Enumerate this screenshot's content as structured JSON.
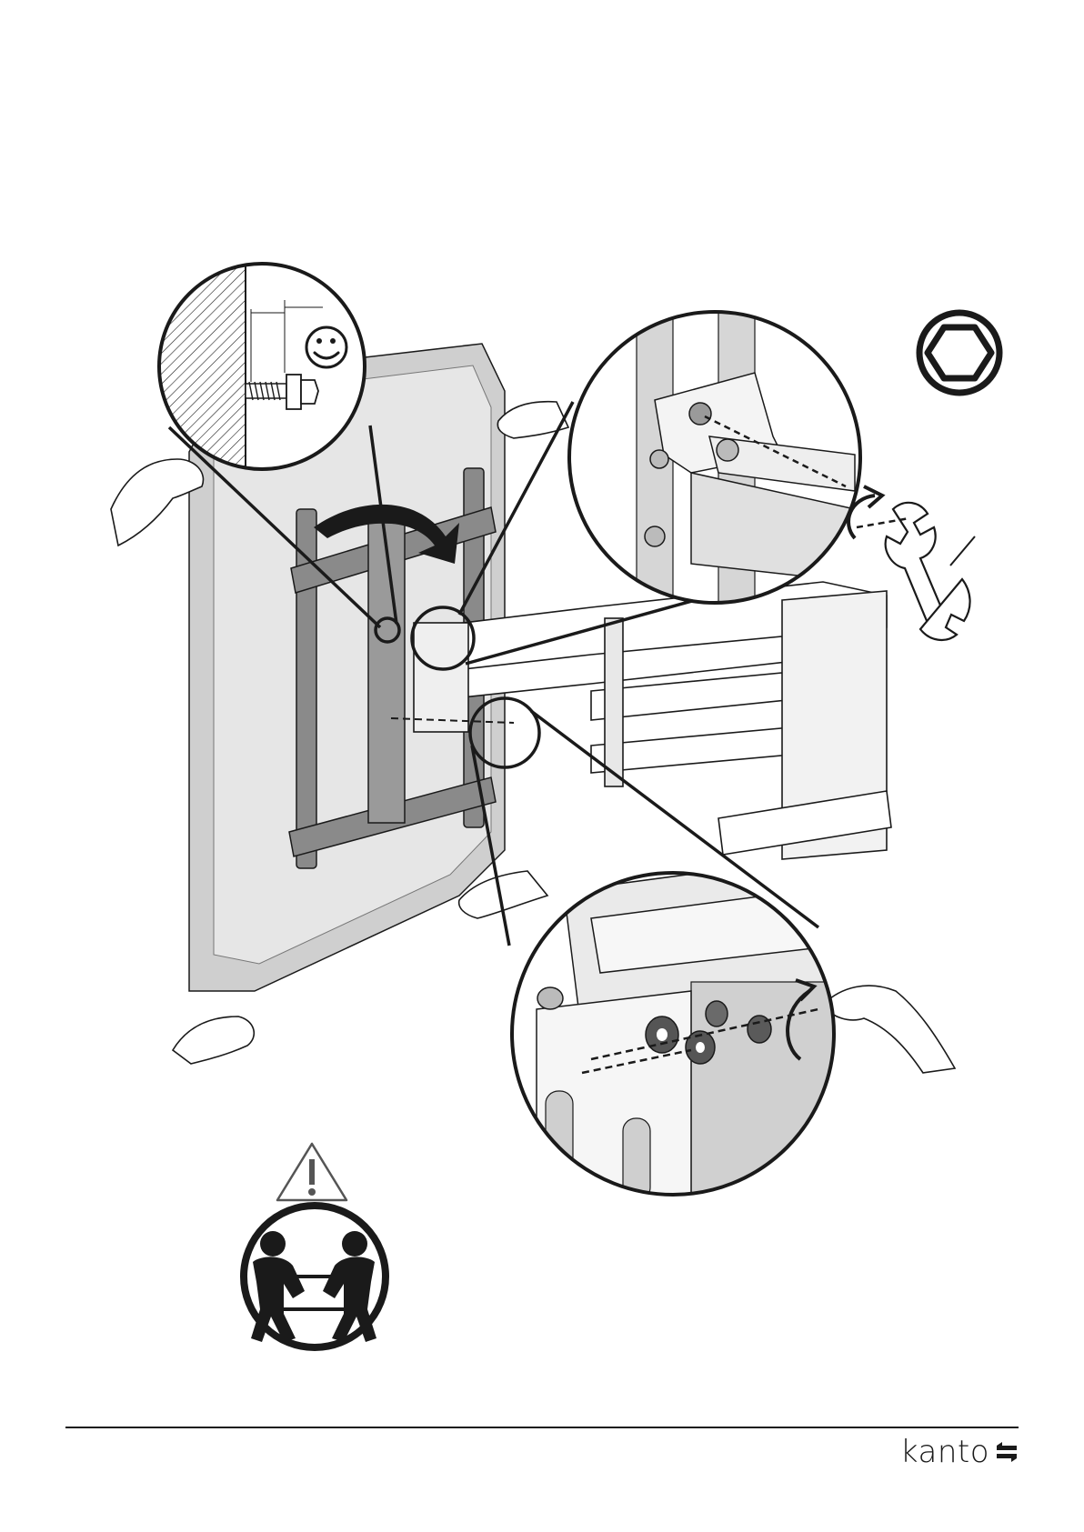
{
  "document": {
    "type": "assembly-instruction-page",
    "step_illustration": {
      "subject": "tv-attachment-to-mount",
      "callouts": [
        "screw-depth-detail",
        "upper-bracket-bolt-detail",
        "lower-bracket-nut-detail"
      ],
      "icons": [
        "hex-socket-icon",
        "wrench-icon",
        "smiley-icon",
        "warning-triangle-icon",
        "two-person-lift-icon"
      ]
    },
    "footer": {
      "brand": "kanto"
    },
    "colors": {
      "ink": "#1a1a1a",
      "tv_panel": "#e3e3e3",
      "tv_edge": "#cfcfcf",
      "bracket": "#8a8a8a",
      "detail_fill": "#d6d6d6"
    }
  }
}
